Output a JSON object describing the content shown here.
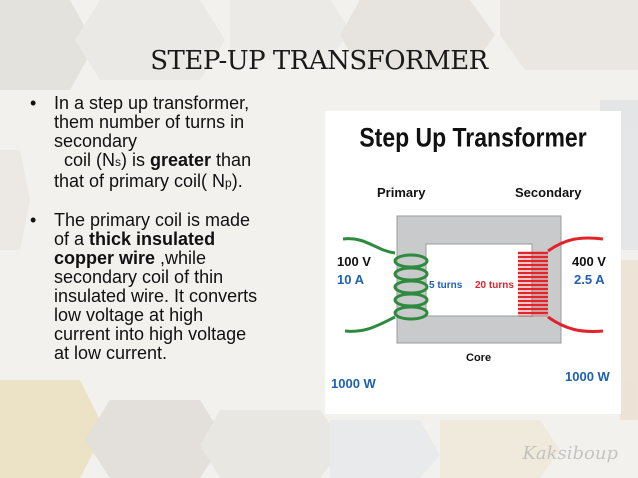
{
  "slide": {
    "title": "STEP-UP TRANSFORMER",
    "bullet1": {
      "line1": "In a step up transformer,",
      "line2": "them number of turns in",
      "line3": "secondary",
      "line4_a": "coil  (N",
      "line4_sub": "s",
      "line4_b": ")  is ",
      "line4_bold": "greater",
      "line4_c": " than",
      "line5_a": "that of primary coil( N",
      "line5_sub": "p",
      "line5_b": ")."
    },
    "bullet2": {
      "line1": "The  primary coil is made",
      "line2_a": "of  a ",
      "line2_bold": "thick insulated",
      "line3_bold": "copper wire",
      "line3_b": " ,while",
      "line4": "secondary coil of thin",
      "line5": "insulated wire. It converts",
      "line6": "low voltage at high",
      "line7": "current into high voltage",
      "line8": "at low current."
    },
    "bullet_glyph": "•"
  },
  "figure": {
    "title": "Step Up Transformer",
    "primary_label": "Primary",
    "secondary_label": "Secondary",
    "primary_voltage": "100 V",
    "primary_current": "10 A",
    "primary_turns": "5 turns",
    "secondary_turns": "20 turns",
    "secondary_voltage": "400 V",
    "secondary_current": "2.5 A",
    "core_label": "Core",
    "primary_power": "1000 W",
    "secondary_power": "1000 W",
    "colors": {
      "title": "#111111",
      "blue": "#1f5fb4",
      "red": "#e0242a",
      "green": "#2e8b3e",
      "core": "#c9cacc"
    }
  },
  "watermark": "Kaksiboup"
}
